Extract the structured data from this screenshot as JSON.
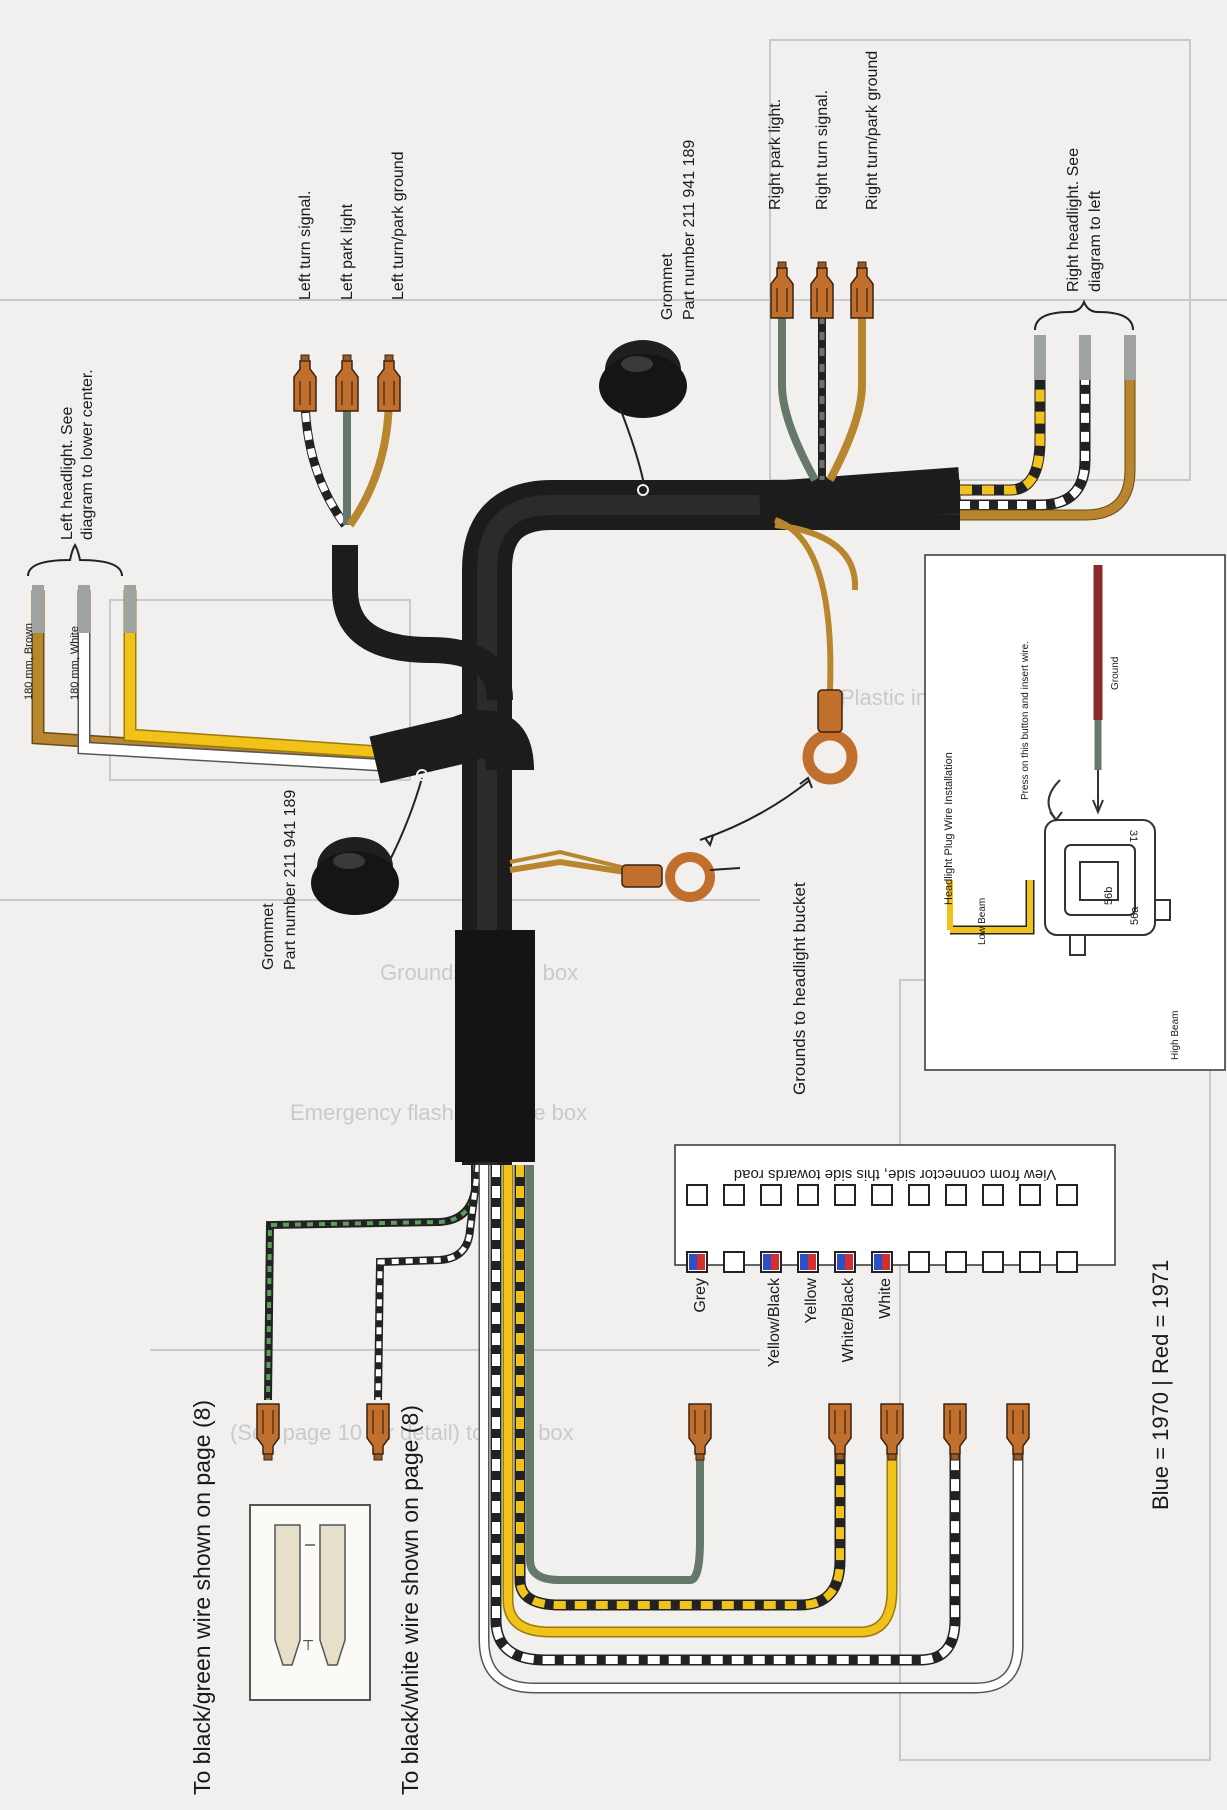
{
  "labels": {
    "left_headlight": [
      "Left headlight. See",
      "diagram to lower center."
    ],
    "wire_brown": "180 mm, Brown",
    "wire_white": "180 mm, White",
    "left_turn_signal": "Left turn signal.",
    "left_park_light": "Left park light",
    "left_turn_park_ground": "Left turn/park ground",
    "grommet_top": [
      "Grommet",
      "Part number 211 941 189"
    ],
    "grommet_left": [
      "Grommet",
      "Part number 211 941 189"
    ],
    "right_park_light": "Right park light.",
    "right_turn_signal": "Right turn signal.",
    "right_turn_park_ground": "Right turn/park ground",
    "right_headlight": [
      "Right headlight. See",
      "diagram to left"
    ],
    "grounds_to_bucket": "Grounds to headlight bucket",
    "to_black_green": "To black/green wire shown on page (8)",
    "to_black_white": "To black/white wire shown on page (8)",
    "year_legend": "Blue = 1970 | Red = 1971"
  },
  "inset": {
    "title": "Headlight Plug Wire Installation",
    "press_note": "Press on this button and insert wire.",
    "ground": "Ground",
    "low_beam": "Low Beam",
    "high_beam": "High Beam",
    "pin_31": "31",
    "pin_56b": "56b",
    "pin_56a": "56a"
  },
  "fuse_box": {
    "caption": "View from connector side, this side towards road",
    "wire_labels": [
      "Grey",
      "Yellow/Black",
      "Yellow",
      "White/Black",
      "White"
    ]
  },
  "colors": {
    "harness": "#2b2b2b",
    "brown_wire": "#b8862e",
    "yellow_wire": "#f1c31a",
    "green_wire": "#66786a",
    "connector": "#c06f2c",
    "year_1970": "#2f4fc9",
    "year_1971": "#d23030"
  }
}
